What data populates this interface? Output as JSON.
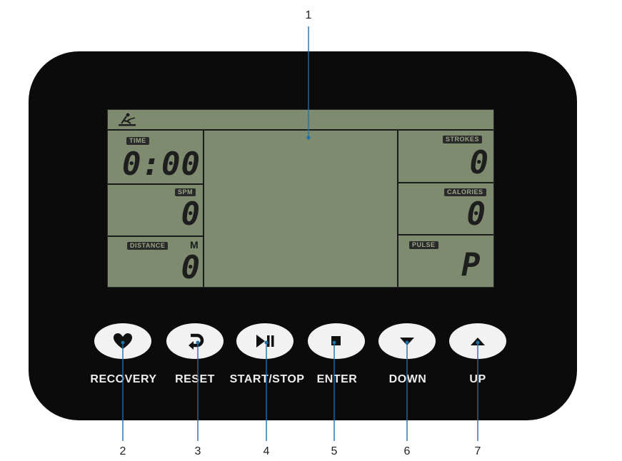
{
  "display": {
    "time_tag": "TIME",
    "time_value": "0:00",
    "spm_tag": "SPM",
    "spm_value": "0",
    "distance_tag": "DISTANCE",
    "distance_unit": "M",
    "distance_value": "0",
    "strokes_tag": "STROKES",
    "strokes_value": "0",
    "calories_tag": "CALORIES",
    "calories_value": "0",
    "pulse_tag": "PULSE",
    "pulse_value": "P"
  },
  "buttons": [
    {
      "label": "RECOVERY",
      "icon": "heart-icon",
      "callout": "2"
    },
    {
      "label": "RESET",
      "icon": "reset-icon",
      "callout": "3"
    },
    {
      "label": "START/STOP",
      "icon": "play-pause-icon",
      "callout": "4"
    },
    {
      "label": "ENTER",
      "icon": "stop-square-icon",
      "callout": "5"
    },
    {
      "label": "DOWN",
      "icon": "triangle-down-icon",
      "callout": "6"
    },
    {
      "label": "UP",
      "icon": "triangle-up-icon",
      "callout": "7"
    }
  ],
  "display_callout": "1",
  "colors": {
    "console": "#0b0b0b",
    "lcd": "#7f8b6f",
    "leader_line": "#1f6fa8",
    "button": "#f2f2f2"
  }
}
